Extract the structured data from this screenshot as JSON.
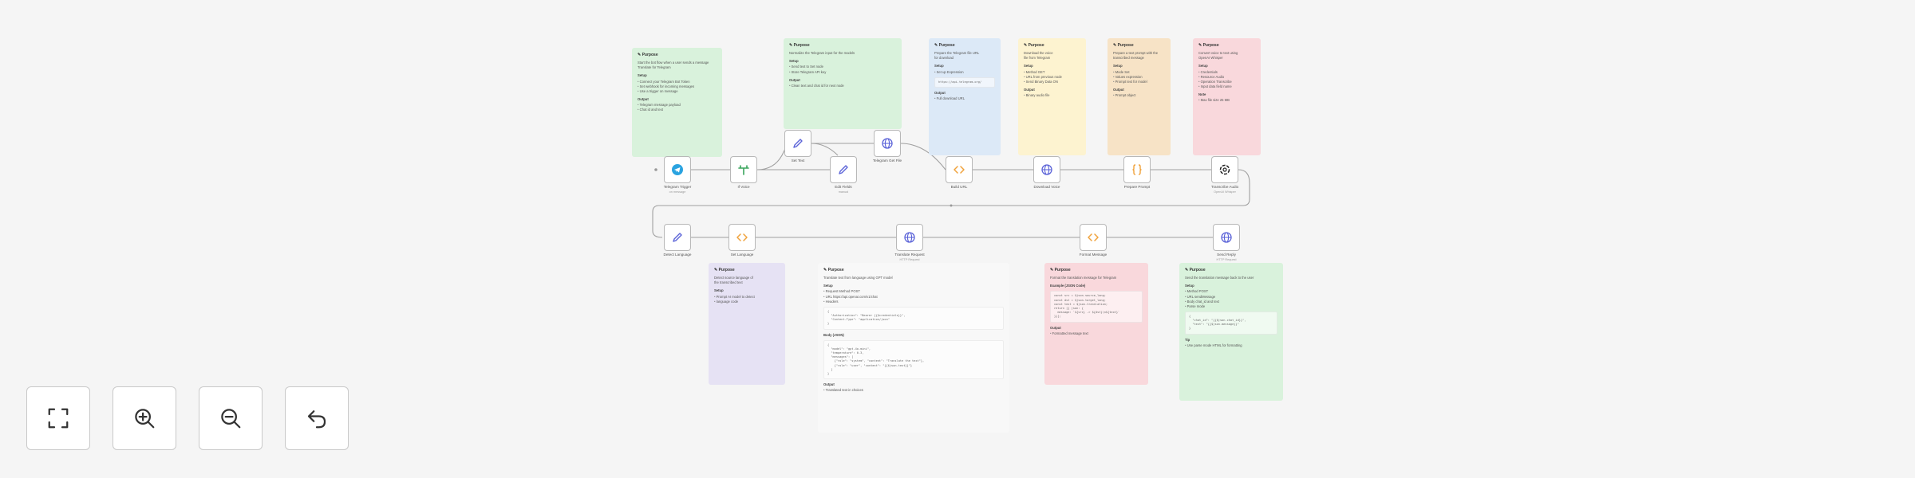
{
  "notes": {
    "n1": {
      "title": "Purpose",
      "lines": [
        "Start the bot flow when a user sends a message",
        "Translate for Telegram"
      ],
      "s1": "Setup",
      "s1_lines": [
        "Connect your Telegram Bot Token",
        "Set webhook for incoming messages",
        "Use a trigger on message"
      ],
      "s2": "Output",
      "s2_lines": [
        "Telegram message payload",
        "Chat id and text"
      ]
    },
    "n2": {
      "title": "Purpose",
      "lines": [
        "Normalize the Telegram input for the models"
      ],
      "s1": "Setup",
      "s1_lines": [
        "Send text to Set node",
        "Store Telegram API key"
      ],
      "s2": "Output",
      "s2_lines": [
        "Clean text and chat id for next node"
      ]
    },
    "n3": {
      "title": "Purpose",
      "lines": [
        "Prepare the Telegram file URL",
        "for download"
      ],
      "s1": "Setup",
      "s1_lines": [
        "Set up Expression"
      ],
      "field": "https://api.telegram.org/",
      "s2": "Output",
      "s2_lines": [
        "Full download URL"
      ]
    },
    "n4": {
      "title": "Purpose",
      "lines": [
        "Download the voice",
        "file from Telegram"
      ],
      "s1": "Setup",
      "s1_lines": [
        "Method GET",
        "URL from previous node",
        "Send Binary Data ON"
      ],
      "s2": "Output",
      "s2_lines": [
        "Binary audio file"
      ]
    },
    "n5": {
      "title": "Purpose",
      "lines": [
        "Prepare a text prompt with the",
        "transcribed message"
      ],
      "s1": "Setup",
      "s1_lines": [
        "Mode Set",
        "Values expression",
        "Prompt text for model"
      ],
      "s2": "Output",
      "s2_lines": [
        "Prompt object"
      ]
    },
    "n6": {
      "title": "Purpose",
      "lines": [
        "Convert voice to text using",
        "OpenAI Whisper"
      ],
      "s1": "Setup",
      "s1_lines": [
        "Credentials",
        "Resource Audio",
        "Operation Transcribe",
        "Input data field name"
      ],
      "s2": "Note",
      "s2_lines": [
        "Max file size 25 MB"
      ]
    },
    "n7": {
      "title": "Purpose",
      "lines": [
        "Detect source language of",
        "the transcribed text"
      ],
      "s1": "Setup",
      "s1_lines": [
        "Prompt AI model to detect",
        "language code"
      ],
      "s2": "",
      "s2_lines": []
    },
    "n8": {
      "title": "Purpose",
      "lines": [
        "Translate text from language using GPT model"
      ],
      "s1": "Setup",
      "s1_lines": [
        "Request Method POST",
        "URL https://api.openai.com/v1/chat",
        "Headers"
      ],
      "code1": "{\n  \"Authorization\": \"Bearer {{$credentials}}\",\n  \"Content-Type\": \"application/json\"\n}",
      "s2": "Body (JSON)",
      "code2": "{\n  \"model\": \"gpt-4o-mini\",\n  \"temperature\": 0.3,\n  \"messages\": [\n    {\"role\": \"system\", \"content\": \"Translate the text\"},\n    {\"role\": \"user\", \"content\": \"{{$json.text}}\"}\n  ]\n}",
      "s3": "Output",
      "s3_lines": [
        "Translated text in choices"
      ]
    },
    "n9": {
      "title": "Purpose",
      "lines": [
        "Format the translation message for Telegram"
      ],
      "s1": "Example (JSON Code)",
      "code1": "const src = $json.source_lang;\nconst dst = $json.target_lang;\nconst text = $json.translation;\nreturn [{ json: {\n  message: `${src} -> ${dst}\\n${text}`\n}}];",
      "s2": "Output",
      "s2_lines": [
        "Formatted message text"
      ]
    },
    "n10": {
      "title": "Purpose",
      "lines": [
        "Send the translation message back to the user"
      ],
      "s1": "Setup",
      "s1_lines": [
        "Method POST",
        "URL sendMessage",
        "Body chat_id and text",
        "Parse mode"
      ],
      "code1": "{\n  \"chat_id\": \"{{$json.chat_id}}\",\n  \"text\": \"{{$json.message}}\"\n}",
      "s2": "Tip",
      "s2_lines": [
        "Use parse mode HTML for formatting"
      ]
    }
  },
  "nodes": {
    "telegram_trigger": {
      "label": "Telegram Trigger",
      "sub": "on message"
    },
    "if_voice": {
      "label": "If Voice"
    },
    "set_text": {
      "label": "Set Text"
    },
    "edit_fields": {
      "label": "Edit Fields",
      "sub": "manual"
    },
    "telegram_file": {
      "label": "Telegram Get File"
    },
    "build_url": {
      "label": "Build URL"
    },
    "download_voice": {
      "label": "Download Voice"
    },
    "prepare_prompt": {
      "label": "Prepare Prompt"
    },
    "transcribe": {
      "label": "Transcribe Audio",
      "sub": "OpenAI Whisper"
    },
    "detect_language": {
      "label": "Detect Language"
    },
    "set_language": {
      "label": "Set Language"
    },
    "translate_request": {
      "label": "Translate Request",
      "sub": "HTTP Request"
    },
    "format_message": {
      "label": "Format Message"
    },
    "send_reply": {
      "label": "Send Reply",
      "sub": "HTTP Request"
    }
  },
  "controls": {
    "fit": "fit-view-icon",
    "zoom_in": "zoom-in-icon",
    "zoom_out": "zoom-out-icon",
    "undo": "undo-icon"
  },
  "colors": {
    "wire": "#9a9a9a",
    "accent": "#5b63d8",
    "code_orange": "#f0a23c",
    "trigger_blue": "#2aa3e0",
    "if_green": "#3aa55d"
  }
}
